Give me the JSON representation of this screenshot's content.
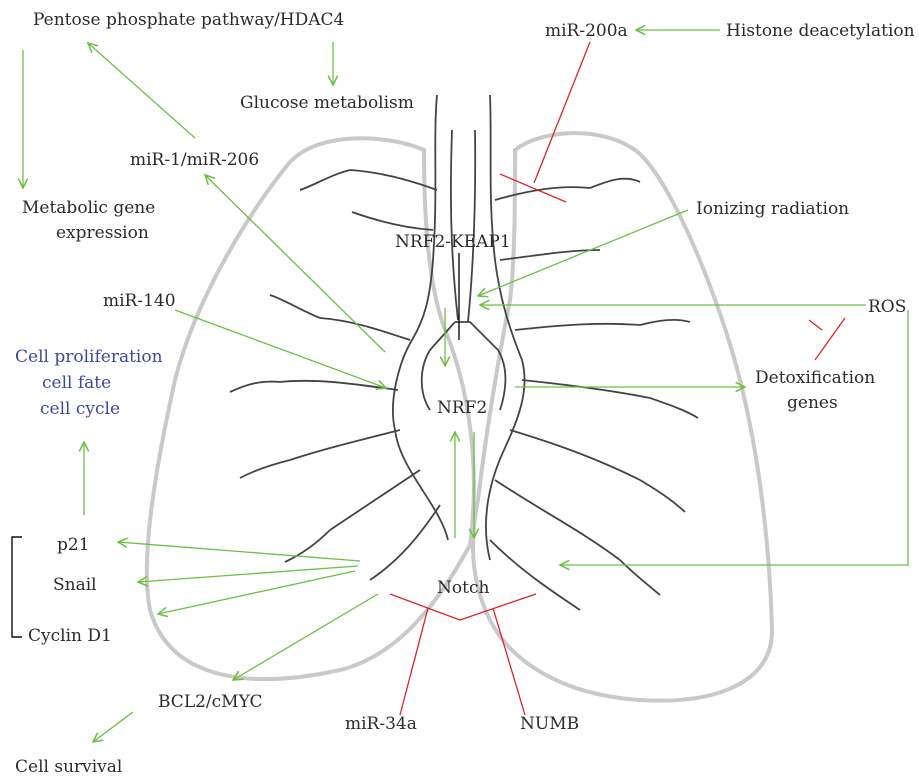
{
  "labels": {
    "pentose": "Pentose phosphate pathway/HDAC4",
    "glucose": "Glucose metabolism",
    "mir200a": "miR-200a",
    "histone": "Histone deacetylation",
    "mir1": "miR-1/miR-206",
    "metabolic_line1": "Metabolic gene",
    "metabolic_line2": "expression",
    "ionizing": "Ionizing radiation",
    "nrf2keap1": "NRF2-KEAP1",
    "mir140": "miR-140",
    "ros": "ROS",
    "prolif_line1": "Cell proliferation",
    "prolif_line2": "cell fate",
    "prolif_line3": "cell cycle",
    "detox_line1": "Detoxification",
    "detox_line2": "genes",
    "nrf2": "NRF2",
    "p21": "p21",
    "snail": "Snail",
    "cyclin": "Cyclin D1",
    "notch": "Notch",
    "bcl2": "BCL2/cMYC",
    "mir34a": "miR-34a",
    "numb": "NUMB",
    "survival": "Cell survival"
  },
  "colors": {
    "activation": "#6cbf45",
    "inhibition": "#d9262b",
    "lung_outline": "#c9c9c9",
    "airway": "#444444",
    "text": "#2b2b2b",
    "blue_text": "#3a4aa0"
  }
}
